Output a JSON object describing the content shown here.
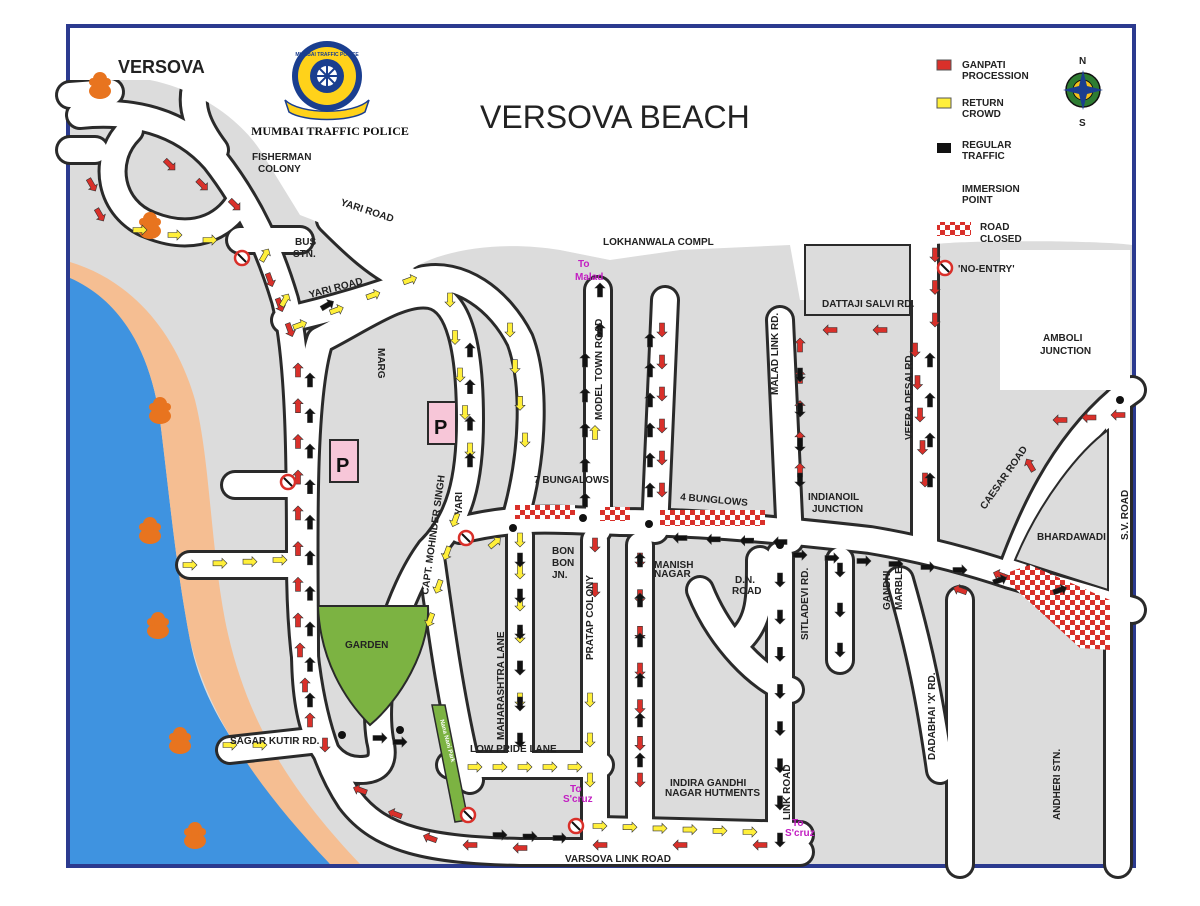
{
  "place": "VERSOVA",
  "logo": {
    "org": "MUMBAI TRAFFIC POLICE",
    "ring_text": "MUMBAI TRAFFIC POLICE"
  },
  "title": "VERSOVA BEACH",
  "legend": {
    "items": [
      {
        "label_lines": [
          "GANPATI",
          "PROCESSION"
        ],
        "swatch": "red"
      },
      {
        "label_lines": [
          "RETURN",
          "CROWD"
        ],
        "swatch": "yellow"
      },
      {
        "label_lines": [
          "REGULAR",
          "TRAFFIC"
        ],
        "swatch": "black"
      },
      {
        "label_lines": [
          "IMMERSION",
          "POINT"
        ],
        "swatch": "none"
      },
      {
        "label_lines": [
          "ROAD",
          "CLOSED"
        ],
        "swatch": "checker"
      },
      {
        "label_lines": [
          "'NO-ENTRY'"
        ],
        "swatch": "no-entry"
      }
    ]
  },
  "compass": {
    "north": "N",
    "south": "S"
  },
  "labels": {
    "fisherman_colony": [
      "FISHERMAN",
      "COLONY"
    ],
    "bus_stn": [
      "BUS",
      "STN."
    ],
    "yari_road_1": "YARI ROAD",
    "yari_road_2": "YARI ROAD",
    "marg": "MARG",
    "capt_mohinder_singh": "CAPT. MOHINDER SINGH",
    "yari": "YARI",
    "lokhandwala": "LOKHANWALA COMPL",
    "to_malad": [
      "To",
      "Malad"
    ],
    "model_town_road": "MODEL TOWN ROAD",
    "seven_bungalows": "7 BUNGALOWS",
    "four_bunglows": "4 BUNGLOWS",
    "dattaji_salvi": "DATTAJI SALVI RD.",
    "malad_link_rd": "MALAD LINK RD.",
    "veera_desai_rd": "VEERA DESAI RD.",
    "indianoil_junction": [
      "INDIANOIL",
      "JUNCTION"
    ],
    "amboli_junction": [
      "AMBOLI",
      "JUNCTION"
    ],
    "caesar_road": "CAESAR ROAD",
    "bhardawadi": "BHARDAWADI",
    "sv_road": "S.V. ROAD",
    "bon_bon_jn": [
      "BON",
      "BON",
      "JN."
    ],
    "manish_nagar": [
      "MANISH",
      "NAGAR"
    ],
    "dn_road": [
      "D.N.",
      "ROAD"
    ],
    "sitladevi_rd": "SITLADEVI RD.",
    "gandhi_marble": [
      "GANDHI",
      "MARBLE"
    ],
    "dadabhai_x_rd": "DADABHAI 'X' RD.",
    "garden": "GARDEN",
    "maharashtra_lane": "MAHARASHTRA LANE",
    "pratap_colony": "PRATAP COLONY",
    "sagar_kutir_rd": "SAGAR KUTIR RD.",
    "nana_nani_park": "Nana Nani Park",
    "low_pride_lane": "LOW PRIDE LANE",
    "to_scruz_1": [
      "To",
      "S'cruz"
    ],
    "to_scruz_2": [
      "To",
      "S'cruz"
    ],
    "indira_gandhi": [
      "INDIRA GANDHI",
      "NAGAR HUTMENTS"
    ],
    "link_road": "LINK ROAD",
    "andheri_stn": "ANDHERI STN.",
    "varsova_link_road": "VARSOVA LINK ROAD",
    "parking": "P"
  },
  "colors": {
    "border": "#2b3a8f",
    "sea": "#3f93e0",
    "sand": "#f5be92",
    "road_fill": "#ffffff",
    "road_edge": "#2a2a2a",
    "block": "#dcdcdc",
    "garden": "#7cb342",
    "parking": "#f7c6d8",
    "procession": "#d9302a",
    "return": "#ffef3a",
    "regular": "#111111",
    "idol": "#e8741f",
    "closed": "#d9302a"
  }
}
